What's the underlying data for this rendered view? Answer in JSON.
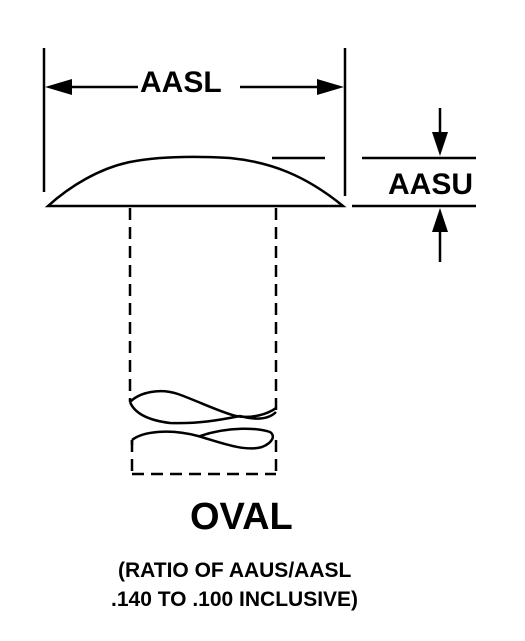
{
  "diagram": {
    "width_label": "AASL",
    "height_label": "AASU",
    "title": "OVAL",
    "note_line1": "(RATIO OF AAUS/AASL",
    "note_line2": ".140 TO .100 INCLUSIVE)",
    "line_color": "#000000",
    "background_color": "#ffffff"
  }
}
